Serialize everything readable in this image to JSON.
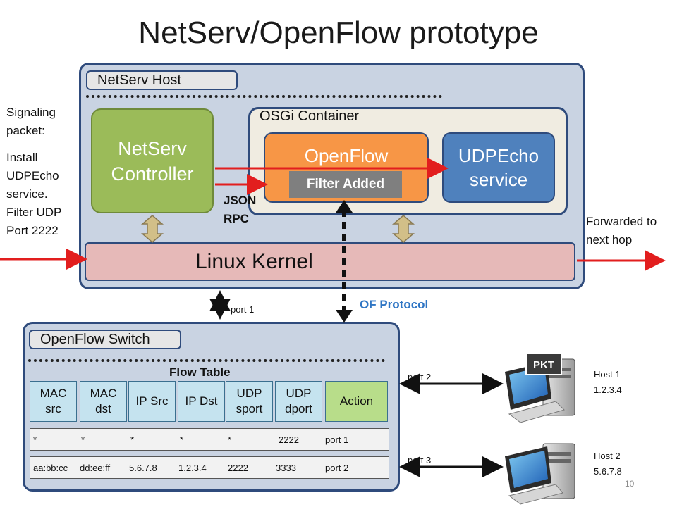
{
  "title": "NetServ/OpenFlow prototype",
  "host": {
    "tab": "NetServ Host",
    "controller": "NetServ Controller",
    "osgi": "OSGi Container",
    "openflow": "OpenFlow",
    "filter": "Filter Added",
    "udpecho": "UDPEcho service",
    "json": "JSON RPC",
    "kernel": "Linux Kernel"
  },
  "signaling": {
    "heading": "Signaling packet:",
    "lines": [
      "Install",
      "UDPEcho",
      "service.",
      "Filter UDP",
      "Port 2222"
    ]
  },
  "forwarded": "Forwarded to next hop",
  "of_protocol": "OF Protocol",
  "port1": "port 1",
  "switch": {
    "tab": "OpenFlow Switch",
    "flow_table": "Flow Table",
    "headers": [
      "MAC src",
      "MAC dst",
      "IP Src",
      "IP Dst",
      "UDP sport",
      "UDP dport"
    ],
    "action_header": "Action",
    "rows": [
      [
        "*",
        "*",
        "*",
        "*",
        "*",
        "2222",
        "port 1"
      ],
      [
        "aa:bb:cc",
        "dd:ee:ff",
        "5.6.7.8",
        "1.2.3.4",
        "2222",
        "3333",
        "port 2"
      ]
    ]
  },
  "hosts": [
    {
      "port": "port 2",
      "name": "Host 1",
      "ip": "1.2.3.4",
      "badge": "PKT"
    },
    {
      "port": "port 3",
      "name": "Host 2",
      "ip": "5.6.7.8"
    }
  ],
  "page_number": "10",
  "colors": {
    "arrow_red": "#e21e1e",
    "of_blue": "#2e75c4",
    "panel": "#c9d3e2",
    "border": "#2f4b7c"
  }
}
